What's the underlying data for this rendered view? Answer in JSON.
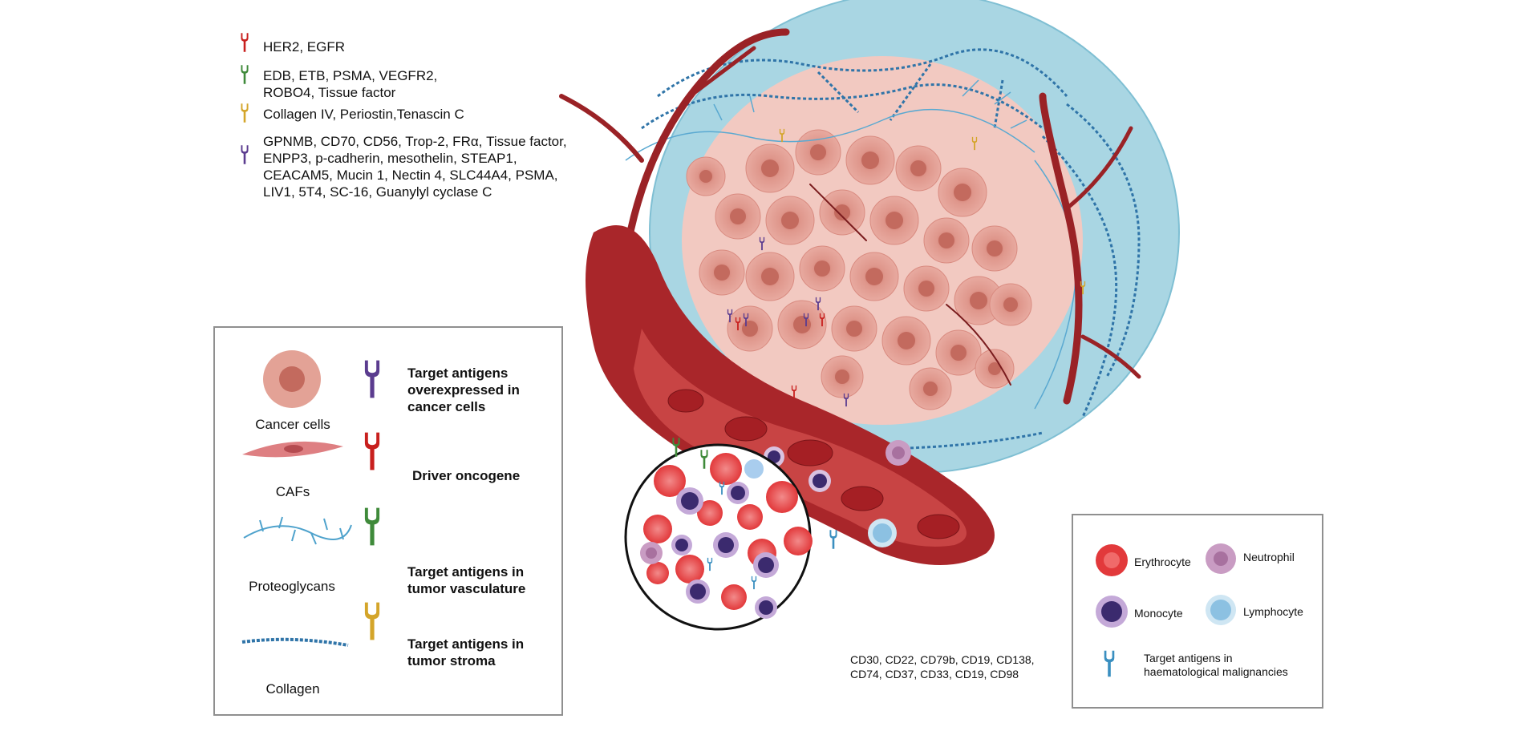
{
  "top_legend": [
    {
      "text": "HER2, EGFR",
      "color": "#c8201e"
    },
    {
      "text": "EDB, ETB, PSMA, VEGFR2,\nROBO4, Tissue factor",
      "color": "#3f8a3a"
    },
    {
      "text": "Collagen IV, Periostin,Tenascin C",
      "color": "#d4a52a"
    },
    {
      "text": "GPNMB, CD70, CD56, Trop-2, FRα, Tissue factor,\nENPP3, p-cadherin, mesothelin, STEAP1,\nCEACAM5, Mucin 1, Nectin 4, SLC44A4, PSMA,\nLIV1, 5T4, SC-16, Guanylyl cyclase C",
      "color": "#5b3c8f"
    }
  ],
  "left_legend": {
    "cancer_cells": "Cancer cells",
    "cafs": "CAFs",
    "proteoglycans": "Proteoglycans",
    "collagen": "Collagen",
    "target_cancer": "Target antigens\noverexpressed in\ncancer cells",
    "driver_oncogene": "Driver oncogene",
    "target_vasculature": "Target antigens in\ntumor vasculature",
    "target_stroma": "Target antigens in\ntumor stroma"
  },
  "blood_antigens": "CD30, CD22, CD79b, CD19, CD138,\nCD74, CD37, CD33, CD19, CD98",
  "right_legend": {
    "erythrocyte": "Erythrocyte",
    "neutrophil": "Neutrophil",
    "monocyte": "Monocyte",
    "lymphocyte": "Lymphocyte",
    "target_haem": "Target antigens in\nhaematological malignancies"
  },
  "colors": {
    "her2": "#c8201e",
    "vasculature": "#3f8a3a",
    "stroma": "#d4a52a",
    "cancer_antigen": "#5b3c8f",
    "haem_antigen": "#3a8fc0",
    "tumor": "#d98b80",
    "vessel": "#a5262a",
    "halo": "#a9d6e3"
  }
}
